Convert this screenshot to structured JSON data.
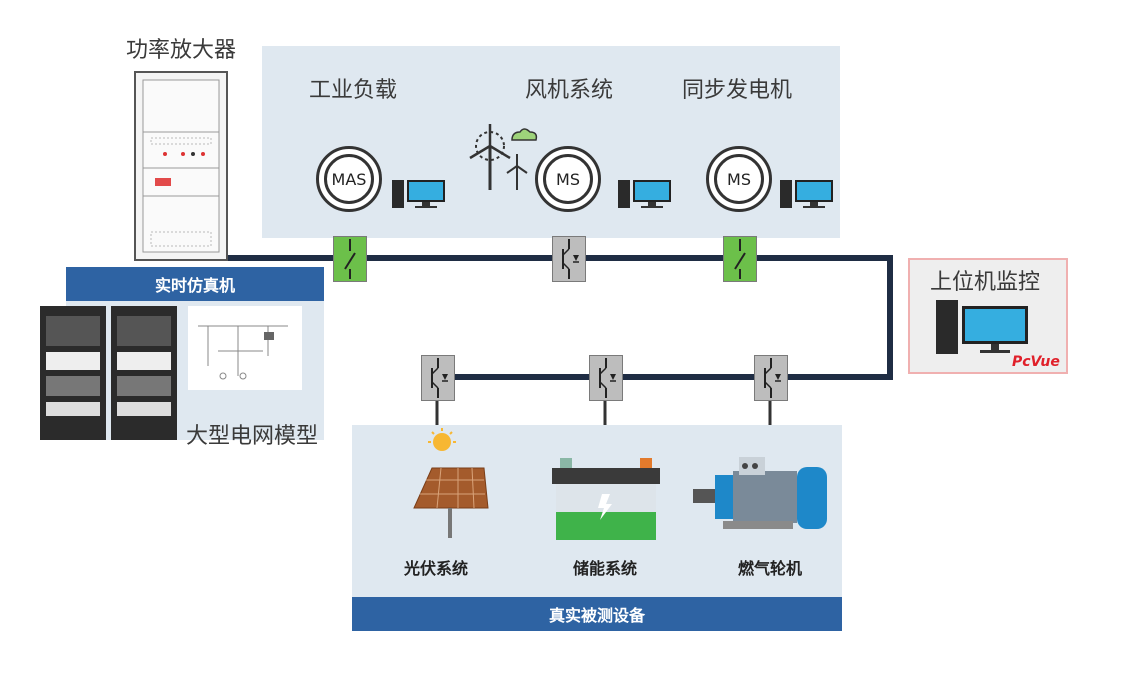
{
  "labels": {
    "amplifier": "功率放大器",
    "industrial_load": "工业负载",
    "wind_system": "风机系统",
    "sync_generator": "同步发电机",
    "realtime_sim": "实时仿真机",
    "grid_model": "大型电网模型",
    "host_monitor": "上位机监控",
    "pcvue": "PcVue",
    "pv_system": "光伏系统",
    "storage_system": "储能系统",
    "gas_turbine": "燃气轮机",
    "dut": "真实被测设备"
  },
  "machines": [
    "MAS",
    "MS",
    "MS"
  ],
  "colors": {
    "panel": "#dfe8f0",
    "bar": "#2e63a3",
    "bus": "#1f2d44",
    "switch_green": "#6cc04a",
    "switch_gray": "#bdbdbd",
    "pcvue": "#e0202a"
  }
}
